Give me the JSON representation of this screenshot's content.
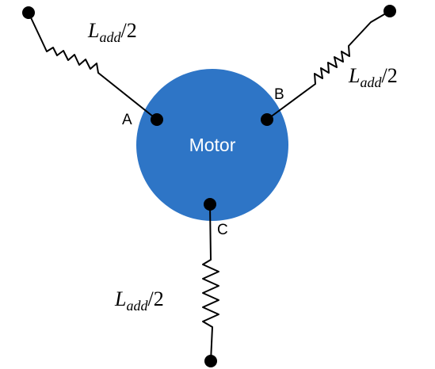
{
  "motor": {
    "label": "Motor",
    "fill_color": "#2E75C6"
  },
  "terminals": [
    {
      "id": "A",
      "label": "A"
    },
    {
      "id": "B",
      "label": "B"
    },
    {
      "id": "C",
      "label": "C"
    }
  ],
  "inductors": [
    {
      "id": "inductor-a",
      "symbol": "L",
      "subscript": "add",
      "suffix": "/2"
    },
    {
      "id": "inductor-b",
      "symbol": "L",
      "subscript": "add",
      "suffix": "/2"
    },
    {
      "id": "inductor-c",
      "symbol": "L",
      "subscript": "add",
      "suffix": "/2"
    }
  ]
}
